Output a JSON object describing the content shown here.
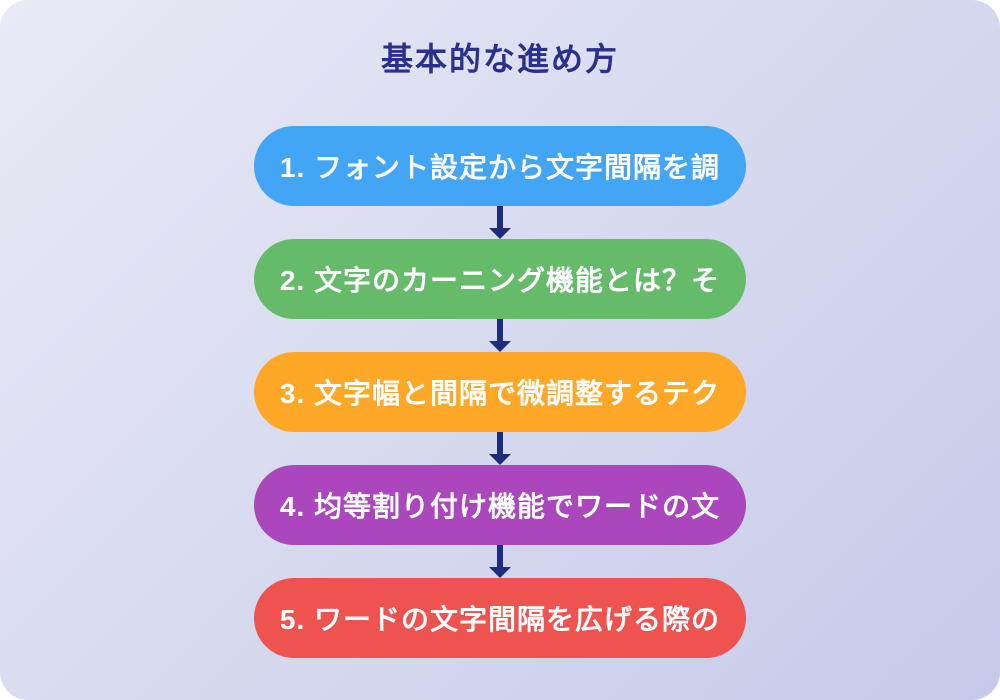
{
  "page": {
    "title": "基本的な進め方",
    "title_color": "#2B2F8E",
    "background": {
      "from": "#E9EAF6",
      "to": "#C5CAE8",
      "outside": "#FFFFFF"
    }
  },
  "flow": {
    "arrow_color": "#1F2B7D",
    "arrow_icon": "down-arrow",
    "text_color": "#FFFFFF",
    "steps": [
      {
        "label": "1. フォント設定から文字間隔を調",
        "color": "#42A5F5"
      },
      {
        "label": "2. 文字のカーニング機能とは？そ",
        "color": "#66BB6A"
      },
      {
        "label": "3. 文字幅と間隔で微調整するテク",
        "color": "#FFA726"
      },
      {
        "label": "4. 均等割り付け機能でワードの文",
        "color": "#AB47BC"
      },
      {
        "label": "5. ワードの文字間隔を広げる際の",
        "color": "#EF5350"
      }
    ]
  }
}
